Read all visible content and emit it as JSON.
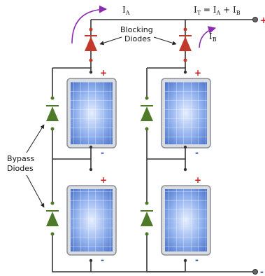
{
  "labels": {
    "current_a": "I",
    "current_a_sub": "A",
    "current_b": "I",
    "current_b_sub": "B",
    "total_prefix": "I",
    "total_sub_t": "T",
    "total_mid": " = I",
    "total_sub_a": "A",
    "total_plus": " + I",
    "total_sub_b": "B",
    "blocking_line1": "Blocking",
    "blocking_line2": "Diodes",
    "bypass_line1": "Bypass",
    "bypass_line2": "Diodes",
    "plus_sign": "+",
    "minus_sign": "-",
    "terminal_plus": "+",
    "terminal_minus": "-"
  },
  "colors": {
    "wire": "#333333",
    "blocking_diode": "#c0392b",
    "bypass_diode": "#4e7a2a",
    "arrow": "#8a2ab0",
    "panel_cell": "#6b8fd8",
    "panel_frame": "#9aa0a6"
  }
}
